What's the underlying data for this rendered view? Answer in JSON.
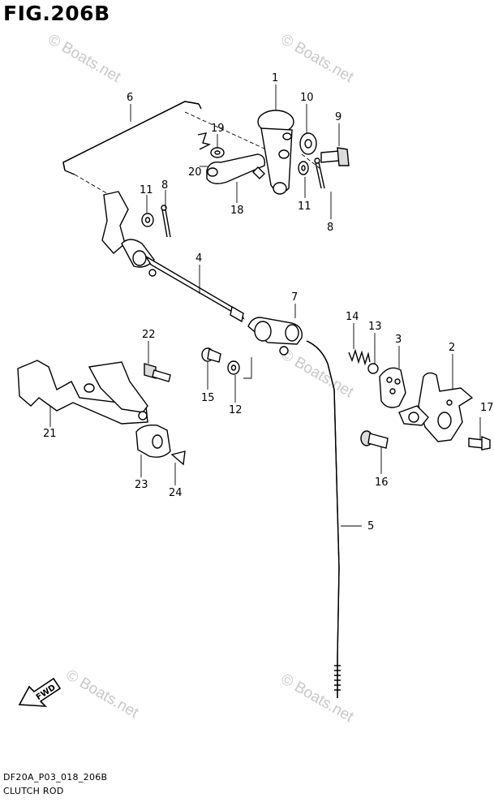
{
  "figure": {
    "title": "FIG.206B",
    "code": "DF20A_P03_018_206B",
    "caption": "CLUTCH ROD",
    "fwd_label": "FWD"
  },
  "watermark": "© Boats.net",
  "callouts": [
    {
      "id": "c1",
      "label": "1"
    },
    {
      "id": "c2",
      "label": "2"
    },
    {
      "id": "c3",
      "label": "3"
    },
    {
      "id": "c4",
      "label": "4"
    },
    {
      "id": "c5",
      "label": "5"
    },
    {
      "id": "c6",
      "label": "6"
    },
    {
      "id": "c7",
      "label": "7"
    },
    {
      "id": "c8a",
      "label": "8"
    },
    {
      "id": "c8b",
      "label": "8"
    },
    {
      "id": "c9",
      "label": "9"
    },
    {
      "id": "c10",
      "label": "10"
    },
    {
      "id": "c11a",
      "label": "11"
    },
    {
      "id": "c11b",
      "label": "11"
    },
    {
      "id": "c12",
      "label": "12"
    },
    {
      "id": "c13",
      "label": "13"
    },
    {
      "id": "c14",
      "label": "14"
    },
    {
      "id": "c15",
      "label": "15"
    },
    {
      "id": "c16",
      "label": "16"
    },
    {
      "id": "c17",
      "label": "17"
    },
    {
      "id": "c18",
      "label": "18"
    },
    {
      "id": "c19",
      "label": "19"
    },
    {
      "id": "c20",
      "label": "20"
    },
    {
      "id": "c21",
      "label": "21"
    },
    {
      "id": "c22",
      "label": "22"
    },
    {
      "id": "c23",
      "label": "23"
    },
    {
      "id": "c24",
      "label": "24"
    }
  ]
}
